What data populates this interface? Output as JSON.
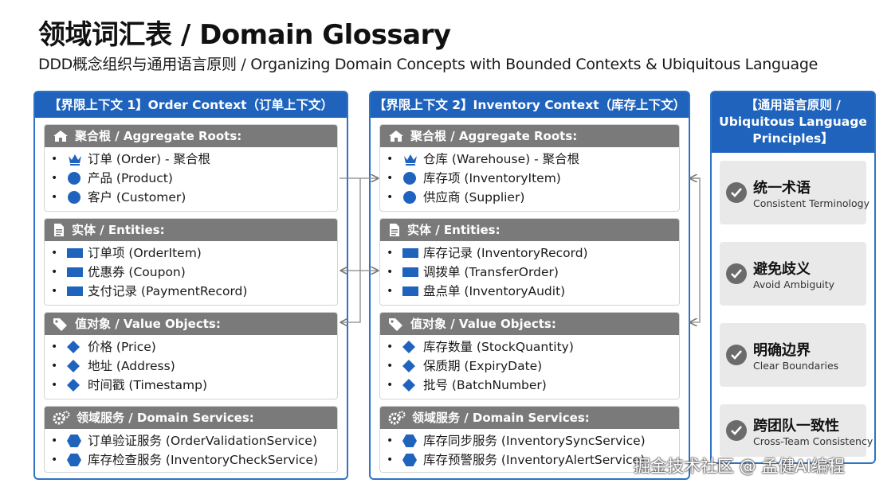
{
  "header": {
    "title": "领域词汇表 / Domain Glossary",
    "subtitle": "DDD概念组织与通用语言原则 / Organizing Domain Concepts with Bounded Contexts & Ubiquitous Language"
  },
  "contexts": [
    {
      "title": "【界限上下文 1】Order Context（订单上下文）",
      "sections": [
        {
          "heading": "聚合根 / Aggregate Roots:",
          "icon": "home-icon",
          "items": [
            {
              "text": "订单 (Order) - 聚合根",
              "icon": "crown-icon"
            },
            {
              "text": "产品 (Product)",
              "icon": "circle-icon"
            },
            {
              "text": "客户 (Customer)",
              "icon": "circle-icon"
            }
          ]
        },
        {
          "heading": "实体 / Entities:",
          "icon": "document-icon",
          "items": [
            {
              "text": "订单项 (OrderItem)",
              "icon": "rectangle-icon"
            },
            {
              "text": "优惠券 (Coupon)",
              "icon": "rectangle-icon"
            },
            {
              "text": "支付记录 (PaymentRecord)",
              "icon": "rectangle-icon"
            }
          ]
        },
        {
          "heading": "值对象 / Value Objects:",
          "icon": "tags-icon",
          "items": [
            {
              "text": "价格 (Price)",
              "icon": "diamond-icon"
            },
            {
              "text": "地址 (Address)",
              "icon": "diamond-icon"
            },
            {
              "text": "时间戳 (Timestamp)",
              "icon": "diamond-icon"
            }
          ]
        },
        {
          "heading": "领域服务 / Domain Services:",
          "icon": "gears-icon",
          "items": [
            {
              "text": "订单验证服务 (OrderValidationService)",
              "icon": "hexagon-icon"
            },
            {
              "text": "库存检查服务 (InventoryCheckService)",
              "icon": "hexagon-icon"
            }
          ]
        }
      ]
    },
    {
      "title": "【界限上下文 2】Inventory Context（库存上下文）",
      "sections": [
        {
          "heading": "聚合根 / Aggregate Roots:",
          "icon": "home-icon",
          "items": [
            {
              "text": "仓库 (Warehouse) - 聚合根",
              "icon": "crown-icon"
            },
            {
              "text": "库存项 (InventoryItem)",
              "icon": "circle-icon"
            },
            {
              "text": "供应商 (Supplier)",
              "icon": "circle-icon"
            }
          ]
        },
        {
          "heading": "实体 / Entities:",
          "icon": "document-icon",
          "items": [
            {
              "text": "库存记录 (InventoryRecord)",
              "icon": "rectangle-icon"
            },
            {
              "text": "调拨单 (TransferOrder)",
              "icon": "rectangle-icon"
            },
            {
              "text": "盘点单 (InventoryAudit)",
              "icon": "rectangle-icon"
            }
          ]
        },
        {
          "heading": "值对象 / Value Objects:",
          "icon": "tags-icon",
          "items": [
            {
              "text": "库存数量 (StockQuantity)",
              "icon": "diamond-icon"
            },
            {
              "text": "保质期 (ExpiryDate)",
              "icon": "diamond-icon"
            },
            {
              "text": "批号 (BatchNumber)",
              "icon": "diamond-icon"
            }
          ]
        },
        {
          "heading": "领域服务 / Domain Services:",
          "icon": "gears-icon",
          "items": [
            {
              "text": "库存同步服务 (InventorySyncService)",
              "icon": "hexagon-icon"
            },
            {
              "text": "库存预警服务 (InventoryAlertService)",
              "icon": "hexagon-icon"
            }
          ]
        }
      ]
    }
  ],
  "principles": {
    "title_line1": "【通用语言原则 /",
    "title_line2": "Ubiquitous Language",
    "title_line3": "Principles】",
    "items": [
      {
        "zh": "统一术语",
        "en": "Consistent Terminology"
      },
      {
        "zh": "避免歧义",
        "en": "Avoid Ambiguity"
      },
      {
        "zh": "明确边界",
        "en": "Clear Boundaries"
      },
      {
        "zh": "跨团队一致性",
        "en": "Cross-Team Consistency"
      }
    ]
  },
  "bullet": "•",
  "watermark": "掘金技术社区 @ 孟健AI编程",
  "colors": {
    "header_blue": "#1f63bd",
    "border_blue": "#2f73c6",
    "section_gray": "#7a7a7a",
    "icon_blue": "#1f63bd",
    "card_gray": "#e9e9e9"
  }
}
